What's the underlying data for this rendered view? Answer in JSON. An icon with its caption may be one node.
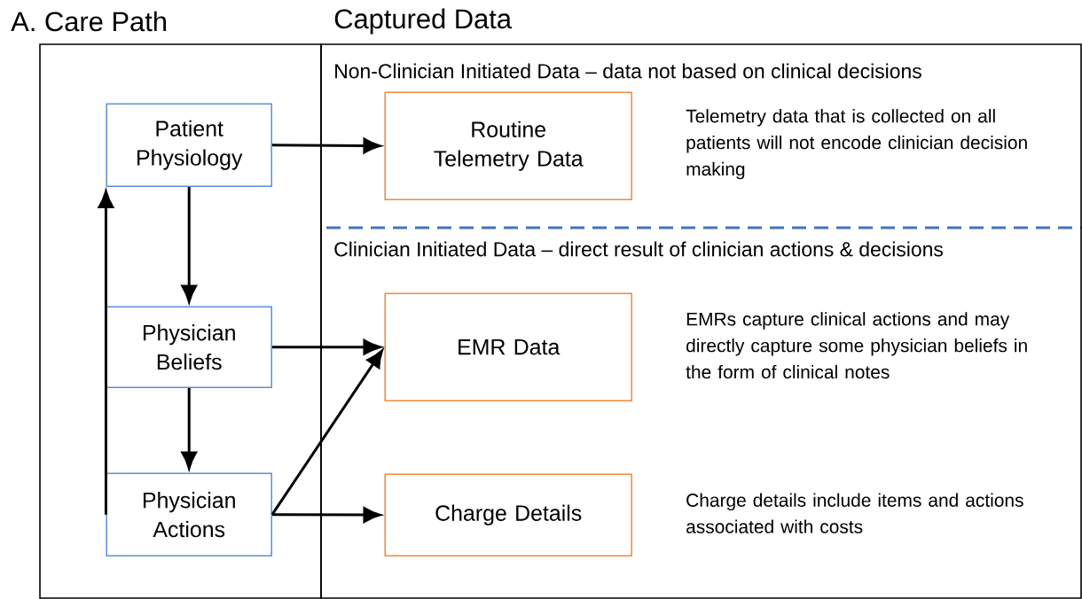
{
  "diagram": {
    "nodes": [
      {
        "text": [
          "A. Care Path"
        ]
      },
      {
        "text": [
          "Captured Data"
        ]
      },
      {
        "text": [
          "Patient Physiology"
        ],
        "in": 0
      },
      {
        "text": [
          "Physician Beliefs"
        ],
        "in": 0
      },
      {
        "text": [
          "Physician Actions"
        ],
        "in": 0
      },
      {
        "text": [
          "Routine Telemetry Data"
        ],
        "in": 1,
        "beside": [
          "Telemetry data that is collected on all patients will not encode clinician decision making"
        ]
      },
      {
        "text": [
          "EMR Data"
        ],
        "in": 1,
        "beside": [
          "EMRs capture clinical actions and may directly capture some physician beliefs in the form of clinical notes"
        ]
      },
      {
        "text": [
          "Charge Details"
        ],
        "in": 1,
        "beside": [
          "Charge details include items and actions associated with costs"
        ]
      }
    ],
    "edges": [
      {
        "from": 2,
        "to": 5,
        "arrow": "to"
      },
      {
        "from": 2,
        "to": 3,
        "arrow": "to"
      },
      {
        "from": 3,
        "to": 4,
        "arrow": "to"
      },
      {
        "from": 4,
        "to": 2,
        "arrow": "to"
      },
      {
        "from": 3,
        "to": 6,
        "arrow": "to"
      },
      {
        "from": 4,
        "to": 6,
        "arrow": "to"
      },
      {
        "from": 4,
        "to": 7,
        "arrow": "to"
      }
    ],
    "labels": [
      "Non-Clinician Initiated Data – data not based on clinical decisions",
      "Clinician Initiated Data – direct result of clinician actions & decisions"
    ]
  }
}
